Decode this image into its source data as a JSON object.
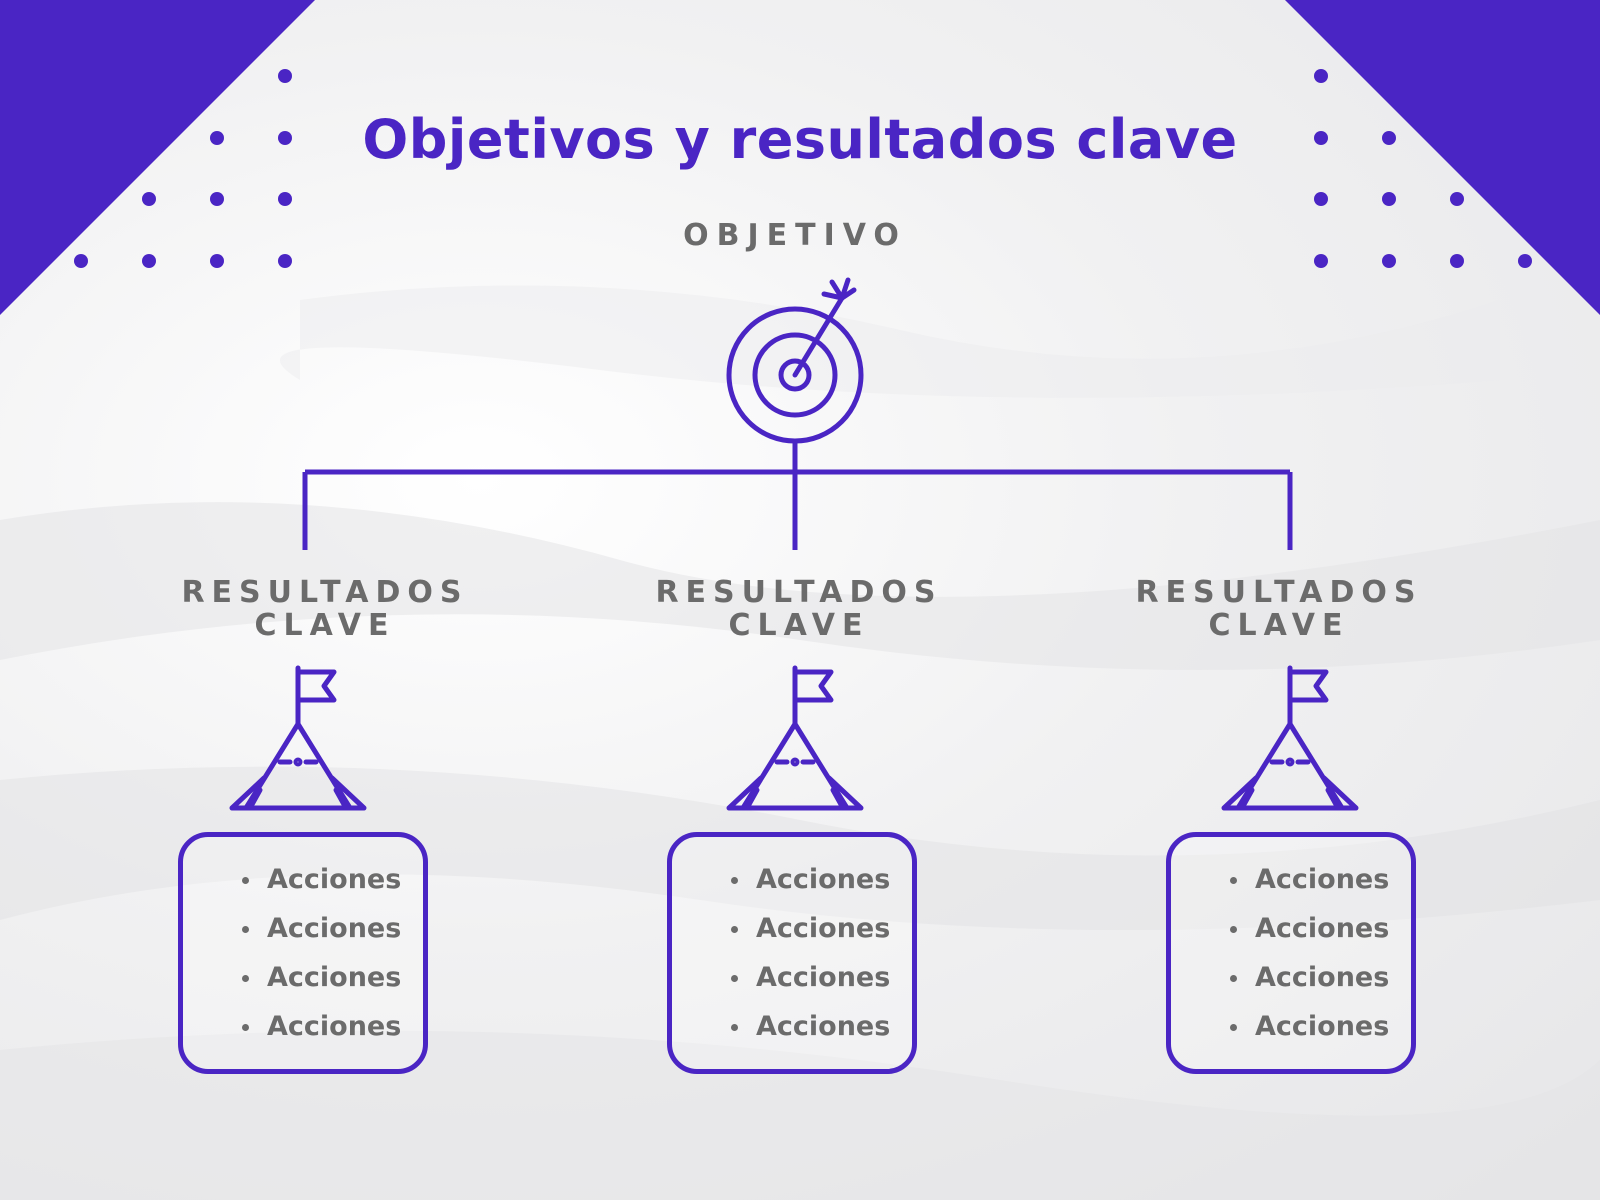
{
  "colors": {
    "accent": "#4a25c4",
    "text_gray": "#6b6b6b"
  },
  "title": "Objetivos y resultados clave",
  "objective": {
    "label": "OBJETIVO",
    "icon": "target-icon"
  },
  "key_results": [
    {
      "line1": "RESULTADOS",
      "line2": "CLAVE",
      "icon": "mountain-flag-icon",
      "actions": [
        "Acciones",
        "Acciones",
        "Acciones",
        "Acciones"
      ]
    },
    {
      "line1": "RESULTADOS",
      "line2": "CLAVE",
      "icon": "mountain-flag-icon",
      "actions": [
        "Acciones",
        "Acciones",
        "Acciones",
        "Acciones"
      ]
    },
    {
      "line1": "RESULTADOS",
      "line2": "CLAVE",
      "icon": "mountain-flag-icon",
      "actions": [
        "Acciones",
        "Acciones",
        "Acciones",
        "Acciones"
      ]
    }
  ]
}
